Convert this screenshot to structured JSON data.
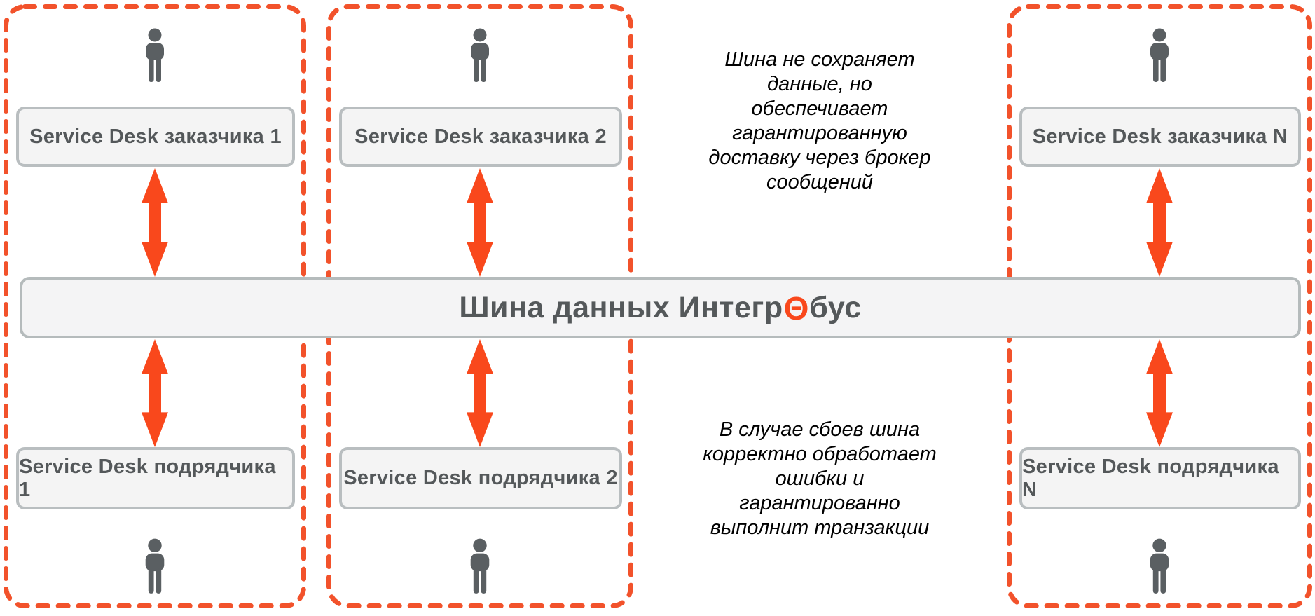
{
  "diagram": {
    "bus": {
      "label_prefix": "Шина данных Интегр",
      "theta_symbol": "Θ",
      "label_suffix": "бус"
    },
    "columns": [
      {
        "customer_box": "Service Desk заказчика 1",
        "contractor_box": "Service Desk подрядчика 1"
      },
      {
        "customer_box": "Service Desk заказчика 2",
        "contractor_box": "Service Desk подрядчика 2"
      },
      {
        "customer_box": "Service Desk заказчика N",
        "contractor_box": "Service Desk подрядчика N"
      }
    ],
    "notes": {
      "top": "Шина не сохраняет\nданные, но\nобеспечивает\nгарантированную\nдоставку через брокер\nсообщений",
      "bottom": "В случае сбоев шина\nкорректно обработает\nошибки и\nгарантированно\nвыполнит транзакции"
    },
    "colors": {
      "accent": "#F9481C",
      "dash_border": "#F2522B",
      "box_border": "#B9BEC0",
      "box_fill": "#F4F4F4",
      "bar_border": "#B5BBBC",
      "bar_fill": "#F4F4F5",
      "text_gray": "#54585A",
      "person_gray": "#5A5F62"
    }
  }
}
